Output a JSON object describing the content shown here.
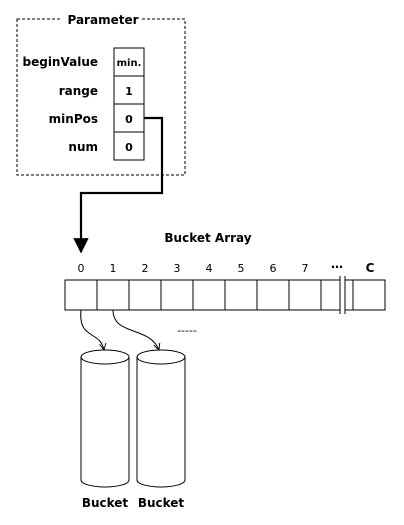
{
  "parameter": {
    "title": "Parameter",
    "rows": [
      {
        "name": "beginValue",
        "value": "min."
      },
      {
        "name": "range",
        "value": "1"
      },
      {
        "name": "minPos",
        "value": "0"
      },
      {
        "name": "num",
        "value": "0"
      }
    ]
  },
  "bucket_array": {
    "title": "Bucket Array",
    "indices": [
      "0",
      "1",
      "2",
      "3",
      "4",
      "5",
      "6",
      "7"
    ],
    "ellipsis": "…",
    "last_index": "C"
  },
  "buckets": {
    "labels": [
      "Bucket",
      "Bucket"
    ],
    "more": "-----"
  }
}
